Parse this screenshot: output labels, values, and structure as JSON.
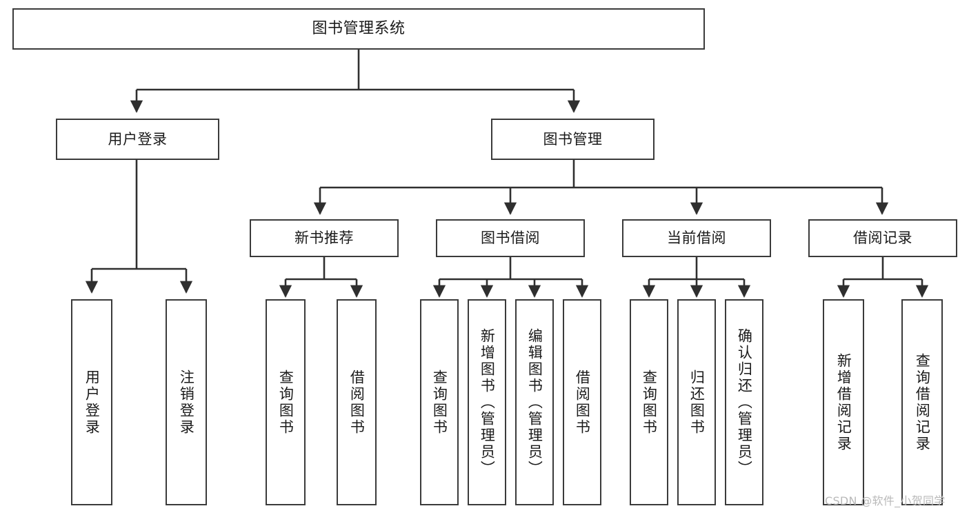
{
  "diagram": {
    "title": "图书管理系统",
    "type": "hierarchy-tree",
    "orientation": "top-down",
    "levels": 4,
    "colors": {
      "background": "#ffffff",
      "node_border": "#3a3a3a",
      "node_fill": "#ffffff",
      "edge": "#2f2f2f",
      "text": "#1a1a1a",
      "watermark": "#b9b9b9"
    }
  },
  "root": {
    "label": "图书管理系统",
    "text_orientation": "horizontal"
  },
  "level2": [
    {
      "label": "用户登录",
      "text_orientation": "horizontal"
    },
    {
      "label": "图书管理",
      "text_orientation": "horizontal"
    }
  ],
  "level3": [
    {
      "label": "新书推荐",
      "text_orientation": "horizontal"
    },
    {
      "label": "图书借阅",
      "text_orientation": "horizontal"
    },
    {
      "label": "当前借阅",
      "text_orientation": "horizontal"
    },
    {
      "label": "借阅记录",
      "text_orientation": "horizontal"
    }
  ],
  "leaves": {
    "user_login": [
      {
        "label": "用户登录",
        "text_orientation": "vertical"
      },
      {
        "label": "注销登录",
        "text_orientation": "vertical"
      }
    ],
    "new_book_recommend": [
      {
        "label": "查询图书",
        "text_orientation": "vertical"
      },
      {
        "label": "借阅图书",
        "text_orientation": "vertical"
      }
    ],
    "book_borrow": [
      {
        "label": "查询图书",
        "text_orientation": "vertical"
      },
      {
        "label": "新增图书（管理员）",
        "text_orientation": "vertical"
      },
      {
        "label": "编辑图书（管理员）",
        "text_orientation": "vertical"
      },
      {
        "label": "借阅图书",
        "text_orientation": "vertical"
      }
    ],
    "current_borrow": [
      {
        "label": "查询图书",
        "text_orientation": "vertical"
      },
      {
        "label": "归还图书",
        "text_orientation": "vertical"
      },
      {
        "label": "确认归还（管理员）",
        "text_orientation": "vertical"
      }
    ],
    "borrow_record": [
      {
        "label": "新增借阅记录",
        "text_orientation": "vertical"
      },
      {
        "label": "查询借阅记录",
        "text_orientation": "vertical"
      }
    ]
  },
  "watermark": {
    "text": "CSDN @软件_小贺同学"
  }
}
